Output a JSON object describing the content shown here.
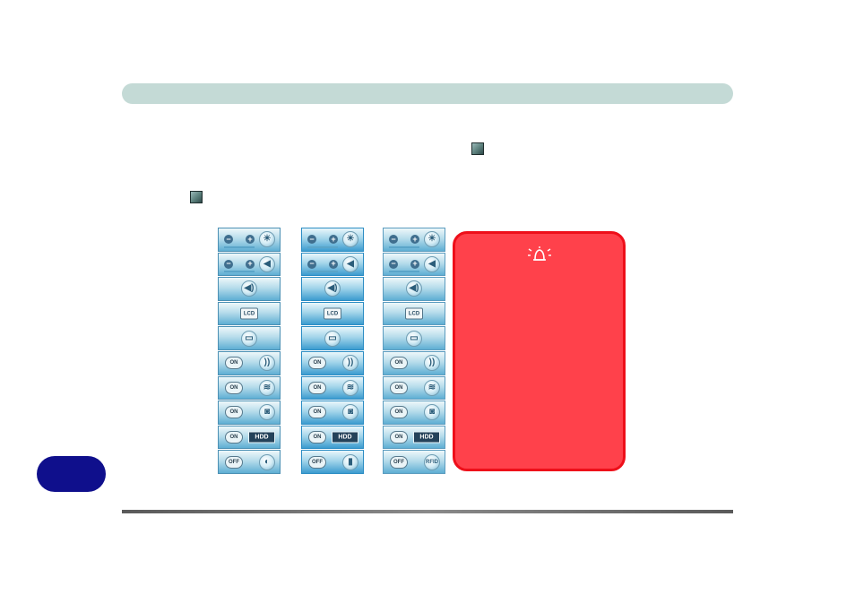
{
  "columns": [
    {
      "id": "a",
      "rows": [
        {
          "kind": "brightness",
          "pill": "",
          "icon": "brightness-icon",
          "glyph": "☀",
          "label": ""
        },
        {
          "kind": "volume-level",
          "pill": "",
          "icon": "volume-level-icon",
          "glyph": "◀",
          "label": ""
        },
        {
          "kind": "mute",
          "pill": "",
          "icon": "speaker-icon",
          "glyph": "◀)",
          "label": ""
        },
        {
          "kind": "lcd",
          "pill": "",
          "icon": "lcd-icon",
          "glyph": "",
          "label": "LCD"
        },
        {
          "kind": "touchpad",
          "pill": "",
          "icon": "touchpad-icon",
          "glyph": "▭",
          "label": ""
        },
        {
          "kind": "toggle",
          "pill": "ON",
          "icon": "wireless-lan-icon",
          "glyph": "))",
          "label": ""
        },
        {
          "kind": "toggle",
          "pill": "ON",
          "icon": "bluetooth-signal-icon",
          "glyph": "≋",
          "label": ""
        },
        {
          "kind": "toggle",
          "pill": "ON",
          "icon": "camera-icon",
          "glyph": "◙",
          "label": ""
        },
        {
          "kind": "hdd",
          "pill": "ON",
          "icon": "hdd-icon",
          "glyph": "",
          "label": "HDD"
        },
        {
          "kind": "toggle",
          "pill": "OFF",
          "icon": "ecomode-icon",
          "glyph": "◐",
          "label": ""
        }
      ]
    },
    {
      "id": "b",
      "rows": [
        {
          "kind": "brightness",
          "pill": "",
          "icon": "brightness-icon",
          "glyph": "☀",
          "label": ""
        },
        {
          "kind": "volume-level",
          "pill": "",
          "icon": "volume-level-icon",
          "glyph": "◀",
          "label": ""
        },
        {
          "kind": "mute",
          "pill": "",
          "icon": "speaker-icon",
          "glyph": "◀)",
          "label": ""
        },
        {
          "kind": "lcd",
          "pill": "",
          "icon": "lcd-icon",
          "glyph": "",
          "label": "LCD"
        },
        {
          "kind": "touchpad",
          "pill": "",
          "icon": "touchpad-icon",
          "glyph": "▭",
          "label": ""
        },
        {
          "kind": "toggle",
          "pill": "ON",
          "icon": "wireless-lan-icon",
          "glyph": "))",
          "label": ""
        },
        {
          "kind": "toggle",
          "pill": "ON",
          "icon": "bluetooth-signal-icon",
          "glyph": "≋",
          "label": ""
        },
        {
          "kind": "toggle",
          "pill": "ON",
          "icon": "camera-icon",
          "glyph": "◙",
          "label": ""
        },
        {
          "kind": "hdd",
          "pill": "ON",
          "icon": "hdd-icon",
          "glyph": "",
          "label": "HDD"
        },
        {
          "kind": "toggle",
          "pill": "OFF",
          "icon": "3g-module-icon",
          "glyph": "▮",
          "label": ""
        }
      ]
    },
    {
      "id": "c",
      "rows": [
        {
          "kind": "brightness",
          "pill": "",
          "icon": "brightness-icon",
          "glyph": "☀",
          "label": ""
        },
        {
          "kind": "volume-level",
          "pill": "",
          "icon": "volume-level-icon",
          "glyph": "◀",
          "label": ""
        },
        {
          "kind": "mute",
          "pill": "",
          "icon": "speaker-icon",
          "glyph": "◀)",
          "label": ""
        },
        {
          "kind": "lcd",
          "pill": "",
          "icon": "lcd-icon",
          "glyph": "",
          "label": "LCD"
        },
        {
          "kind": "touchpad",
          "pill": "",
          "icon": "touchpad-icon",
          "glyph": "▭",
          "label": ""
        },
        {
          "kind": "toggle",
          "pill": "ON",
          "icon": "wireless-lan-icon",
          "glyph": "))",
          "label": ""
        },
        {
          "kind": "toggle",
          "pill": "ON",
          "icon": "bluetooth-signal-icon",
          "glyph": "≋",
          "label": ""
        },
        {
          "kind": "toggle",
          "pill": "ON",
          "icon": "camera-icon",
          "glyph": "◙",
          "label": ""
        },
        {
          "kind": "hdd",
          "pill": "ON",
          "icon": "hdd-icon",
          "glyph": "",
          "label": "HDD"
        },
        {
          "kind": "toggle",
          "pill": "OFF",
          "icon": "rfid-icon",
          "glyph": "",
          "label": "RFID"
        }
      ]
    }
  ],
  "warning": {
    "icon": "alarm-bell-icon"
  },
  "colors": {
    "header_bar": "#c4dad6",
    "warning_fill": "#ff414b",
    "warning_border": "#ee0f1a",
    "page_tab": "#0f0f8c"
  }
}
